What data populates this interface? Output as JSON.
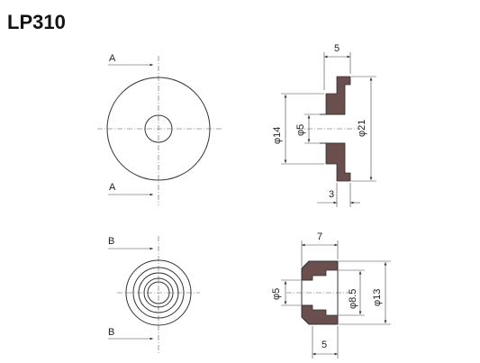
{
  "title": "LP310",
  "section_labels": {
    "a_top": "A",
    "a_bottom": "A",
    "b_top": "B",
    "b_bottom": "B"
  },
  "top_part_dims": {
    "width": "5",
    "outer_diameter": "φ21",
    "flange_diameter": "φ14",
    "bore": "φ5",
    "flange_thickness": "3"
  },
  "bottom_part_dims": {
    "length": "7",
    "bore": "φ5",
    "inner_diameter": "φ8.5",
    "outer_diameter": "φ13",
    "depth": "5"
  },
  "colors": {
    "section_fill": "#6b4e4e",
    "line": "#333333"
  }
}
